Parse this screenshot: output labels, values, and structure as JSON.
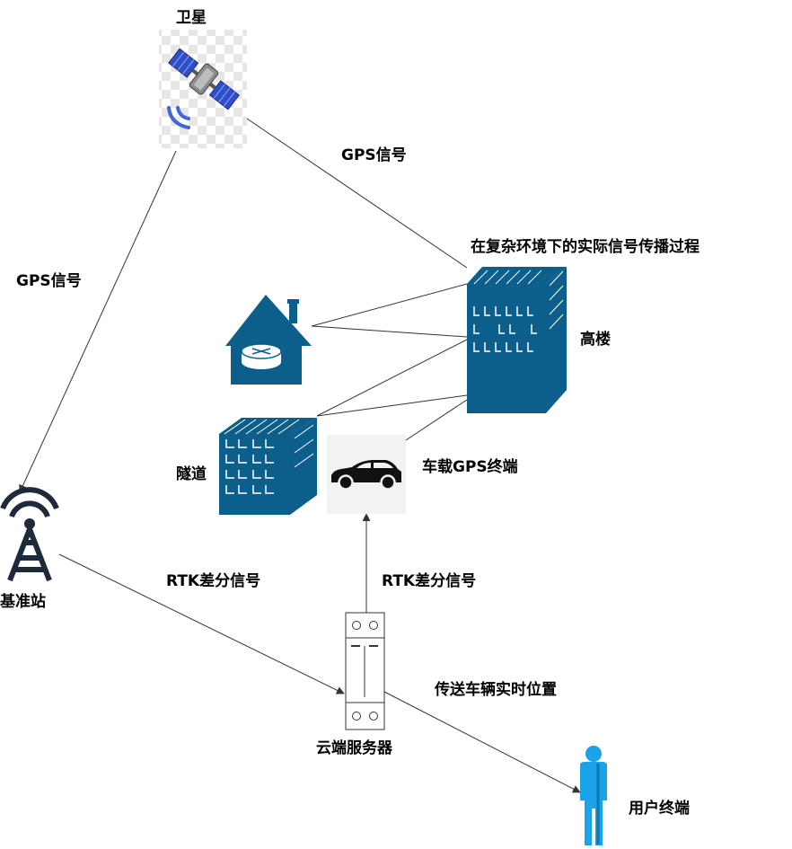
{
  "labels": {
    "satellite": "卫星",
    "gps_signal_right": "GPS信号",
    "gps_signal_left": "GPS信号",
    "complex_env": "在复杂环境下的实际信号传播过程",
    "high_building": "高楼",
    "tunnel": "隧道",
    "vehicle_terminal": "车载GPS终端",
    "base_station": "基准站",
    "rtk_signal_left": "RTK差分信号",
    "rtk_signal_right": "RTK差分信号",
    "cloud_server": "云端服务器",
    "send_position": "传送车辆实时位置",
    "user_terminal": "用户终端"
  },
  "colors": {
    "icon_blue": "#0b5f8a",
    "satellite_panel": "#2f4fc9",
    "signal_blue": "#3f67d6",
    "line": "#333333",
    "person_blue": "#1aa3e8"
  },
  "icons": [
    "satellite-icon",
    "house-router-icon",
    "building-icon",
    "tunnel-building-icon",
    "car-icon",
    "tower-icon",
    "server-icon",
    "user-icon"
  ]
}
